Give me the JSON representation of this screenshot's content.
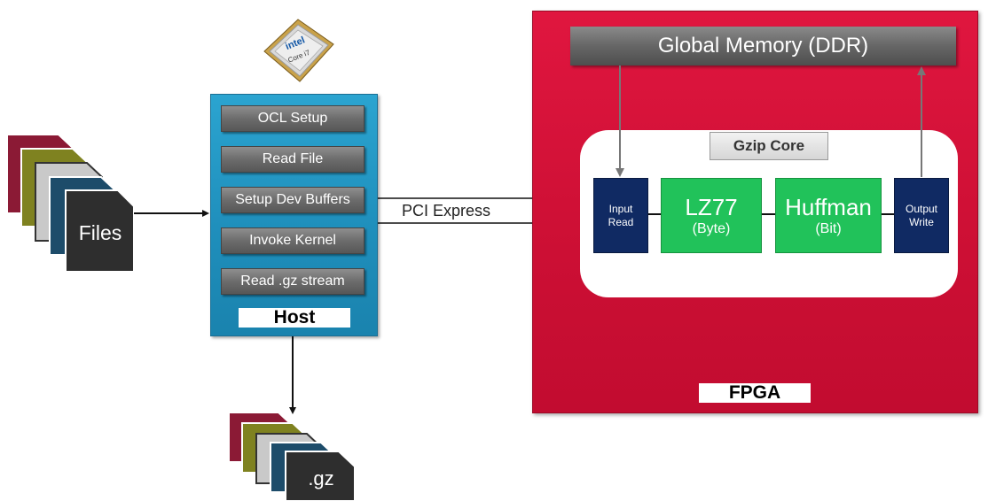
{
  "host": {
    "steps": [
      "OCL Setup",
      "Read File",
      "Setup Dev Buffers",
      "Invoke Kernel",
      "Read .gz stream"
    ],
    "label": "Host"
  },
  "link": {
    "label": "PCI Express"
  },
  "fpga": {
    "label": "FPGA",
    "global_memory": "Global Memory (DDR)",
    "core_label": "Gzip Core",
    "input": [
      "Input",
      "Read"
    ],
    "lz77": {
      "title": "LZ77",
      "sub": "(Byte)"
    },
    "huffman": {
      "title": "Huffman",
      "sub": "(Bit)"
    },
    "output": [
      "Output",
      "Write"
    ]
  },
  "inputs": {
    "label": "Files"
  },
  "outputs": {
    "label": ".gz"
  },
  "cpu": {
    "brand": "intel",
    "model": "Core i7"
  },
  "colors": {
    "host_blue": "#1f8fbc",
    "fpga_red": "#cc0f34",
    "navy": "#102a63",
    "green": "#21c25a",
    "file_colors": [
      "#8b1a35",
      "#7f8220",
      "#c9c9c9",
      "#1d4c6a",
      "#2e2e2e"
    ]
  }
}
